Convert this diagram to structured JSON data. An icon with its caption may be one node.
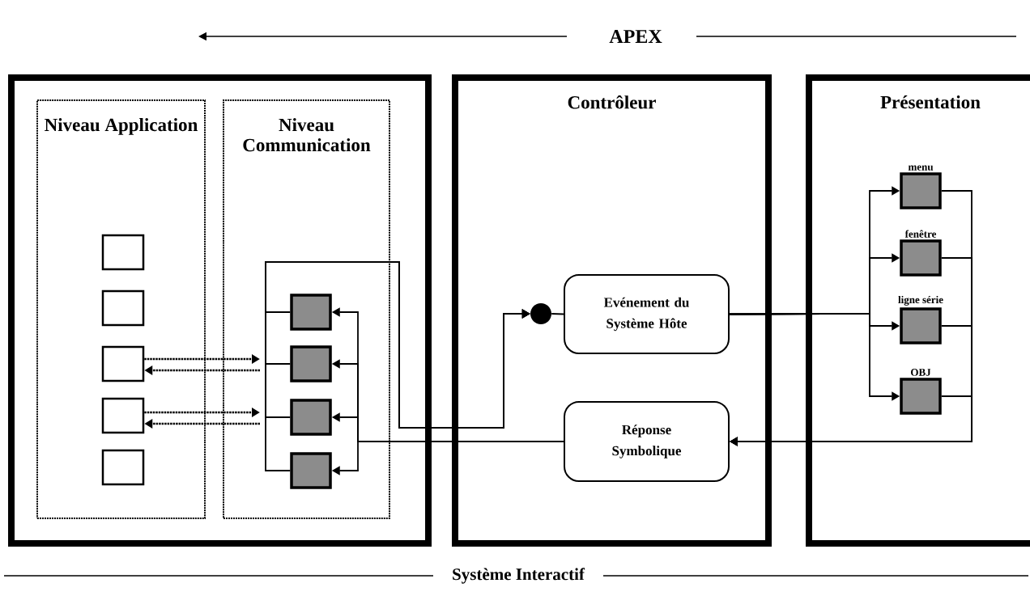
{
  "diagram": {
    "title": "APEX",
    "caption": "Système Interactif",
    "nodes": [
      {
        "text": [],
        "shape": "box"
      },
      {
        "text": [
          "Niveau Application"
        ],
        "in": 0
      },
      {
        "text": [
          "Niveau Communication"
        ],
        "in": 0
      },
      {
        "text": [
          "Contrôleur"
        ]
      },
      {
        "text": [
          "Présentation"
        ]
      },
      {
        "text": [],
        "shape": "box",
        "in": 1
      },
      {
        "text": [],
        "shape": "box",
        "in": 1
      },
      {
        "text": [],
        "shape": "box",
        "in": 1
      },
      {
        "text": [],
        "shape": "box",
        "in": 1
      },
      {
        "text": [],
        "shape": "box",
        "in": 1
      },
      {
        "text": [],
        "shape": "box",
        "in": 2
      },
      {
        "text": [],
        "shape": "box",
        "in": 2
      },
      {
        "text": [],
        "shape": "box",
        "in": 2
      },
      {
        "text": [],
        "shape": "box",
        "in": 2
      },
      {
        "text": [],
        "shape": "circle",
        "in": 3
      },
      {
        "text": [
          "Evénement du Système Hôte"
        ],
        "in": 3
      },
      {
        "text": [
          "Réponse Symbolique"
        ],
        "in": 3
      },
      {
        "text": [
          "menu"
        ],
        "in": 4
      },
      {
        "text": [
          "fenêtre"
        ],
        "in": 4
      },
      {
        "text": [
          "ligne série"
        ],
        "in": 4
      },
      {
        "text": [
          "OBJ"
        ],
        "in": 4
      }
    ],
    "edges": [
      {
        "from": 7,
        "to": null,
        "arrow": "to",
        "style": "dashed"
      },
      {
        "from": null,
        "to": 7,
        "arrow": "to",
        "style": "dashed"
      },
      {
        "from": 8,
        "to": null,
        "arrow": "to",
        "style": "dashed"
      },
      {
        "from": null,
        "to": 8,
        "arrow": "to",
        "style": "dashed"
      },
      {
        "from": 10,
        "to": 14,
        "arrow": "to"
      },
      {
        "from": 11,
        "to": 14,
        "arrow": "to"
      },
      {
        "from": 12,
        "to": 14,
        "arrow": "to"
      },
      {
        "from": 13,
        "to": 14,
        "arrow": "to"
      },
      {
        "from": 16,
        "to": 10,
        "arrow": "to"
      },
      {
        "from": 16,
        "to": 11,
        "arrow": "to"
      },
      {
        "from": 16,
        "to": 12,
        "arrow": "to"
      },
      {
        "from": 16,
        "to": 13,
        "arrow": "to"
      },
      {
        "from": 14,
        "to": 15,
        "arrow": "none"
      },
      {
        "from": 15,
        "to": 17,
        "arrow": "to"
      },
      {
        "from": 15,
        "to": 18,
        "arrow": "to"
      },
      {
        "from": 15,
        "to": 19,
        "arrow": "to"
      },
      {
        "from": 15,
        "to": 20,
        "arrow": "to"
      },
      {
        "from": 17,
        "to": 16,
        "arrow": "to"
      },
      {
        "from": 18,
        "to": 16,
        "arrow": "to"
      },
      {
        "from": 19,
        "to": 16,
        "arrow": "to"
      },
      {
        "from": 20,
        "to": 16,
        "arrow": "to"
      }
    ]
  }
}
